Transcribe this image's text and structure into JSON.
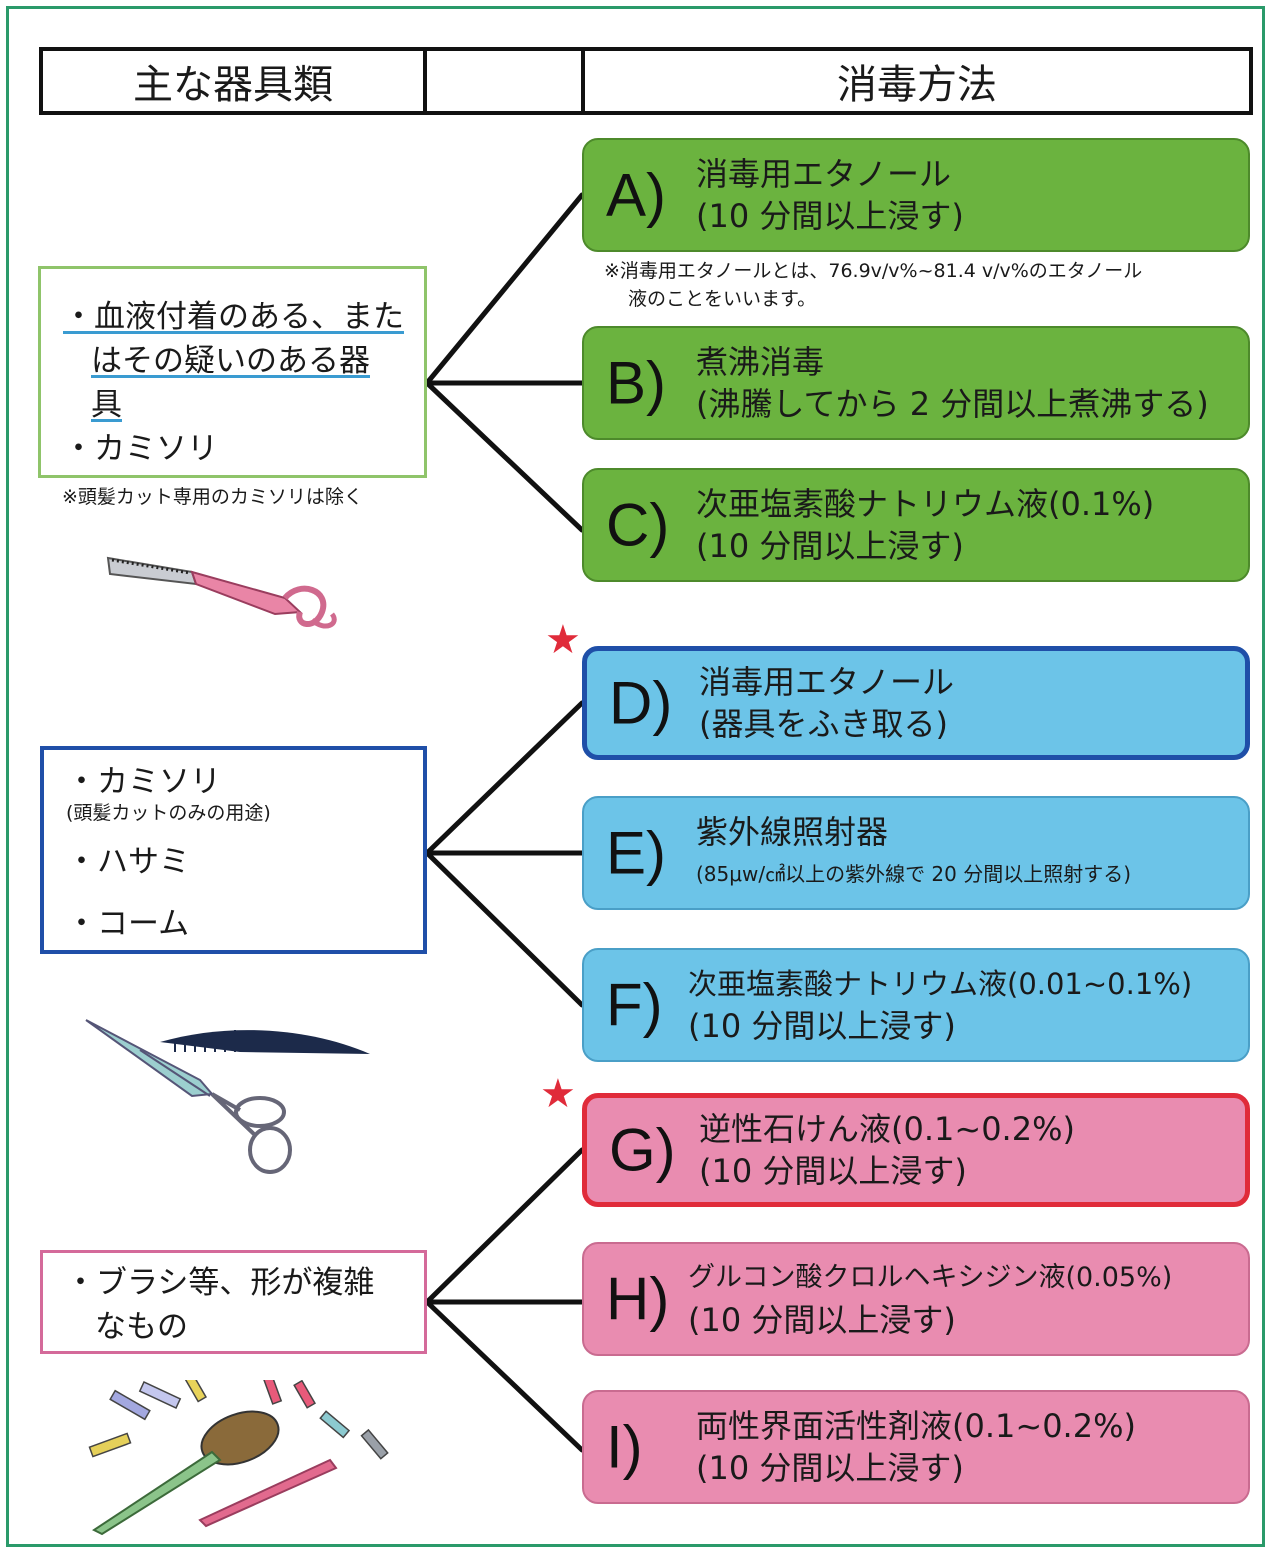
{
  "header": {
    "left": "主な器具類",
    "right": "消毒方法"
  },
  "groups": [
    {
      "items": [
        "・血液付着のある、また",
        "はその疑いのある器",
        "具",
        "・カミソリ"
      ],
      "note": "※頭髪カット専用のカミソリは除く"
    },
    {
      "item1": "・カミソリ",
      "item1_sub": "(頭髪カットのみの用途)",
      "item2": "・ハサミ",
      "item3": "・コーム"
    },
    {
      "items": [
        "・ブラシ等、形が複雑",
        "なもの"
      ]
    }
  ],
  "methods": [
    {
      "letter": "A)",
      "line1": "消毒用エタノール",
      "line2": "(10 分間以上浸す)"
    },
    {
      "letter": "B)",
      "line1": "煮沸消毒",
      "line2": "(沸騰してから 2 分間以上煮沸する)"
    },
    {
      "letter": "C)",
      "line1": "次亜塩素酸ナトリウム液(0.1%)",
      "line2": "(10 分間以上浸す)"
    },
    {
      "letter": "D)",
      "line1": "消毒用エタノール",
      "line2": "(器具をふき取る)"
    },
    {
      "letter": "E)",
      "line1": "紫外線照射器",
      "line2": "(85μw/㎠以上の紫外線で 20 分間以上照射する)"
    },
    {
      "letter": "F)",
      "line1": "次亜塩素酸ナトリウム液(0.01~0.1%)",
      "line2": "(10 分間以上浸す)"
    },
    {
      "letter": "G)",
      "line1": "逆性石けん液(0.1~0.2%)",
      "line2": "(10 分間以上浸す)"
    },
    {
      "letter": "H)",
      "line1": "グルコン酸クロルヘキシジン液(0.05%)",
      "line2": "(10 分間以上浸す)"
    },
    {
      "letter": "I)",
      "line1": "両性界面活性剤液(0.1~0.2%)",
      "line2": "(10 分間以上浸す)"
    }
  ],
  "ethanol_note": {
    "line1": "※消毒用エタノールとは、76.9v/v%~81.4 v/v%のエタノール",
    "line2": "液のことをいいます。"
  },
  "star_glyph": "★",
  "colors": {
    "frame": "#2a9a6a",
    "green": "#6bb33f",
    "blue": "#6cc4e8",
    "pink": "#e98cb0",
    "star": "#e02b3a",
    "group1_border": "#8fc46a",
    "group2_border": "#1f4fa8",
    "group3_border": "#d46a9a"
  }
}
